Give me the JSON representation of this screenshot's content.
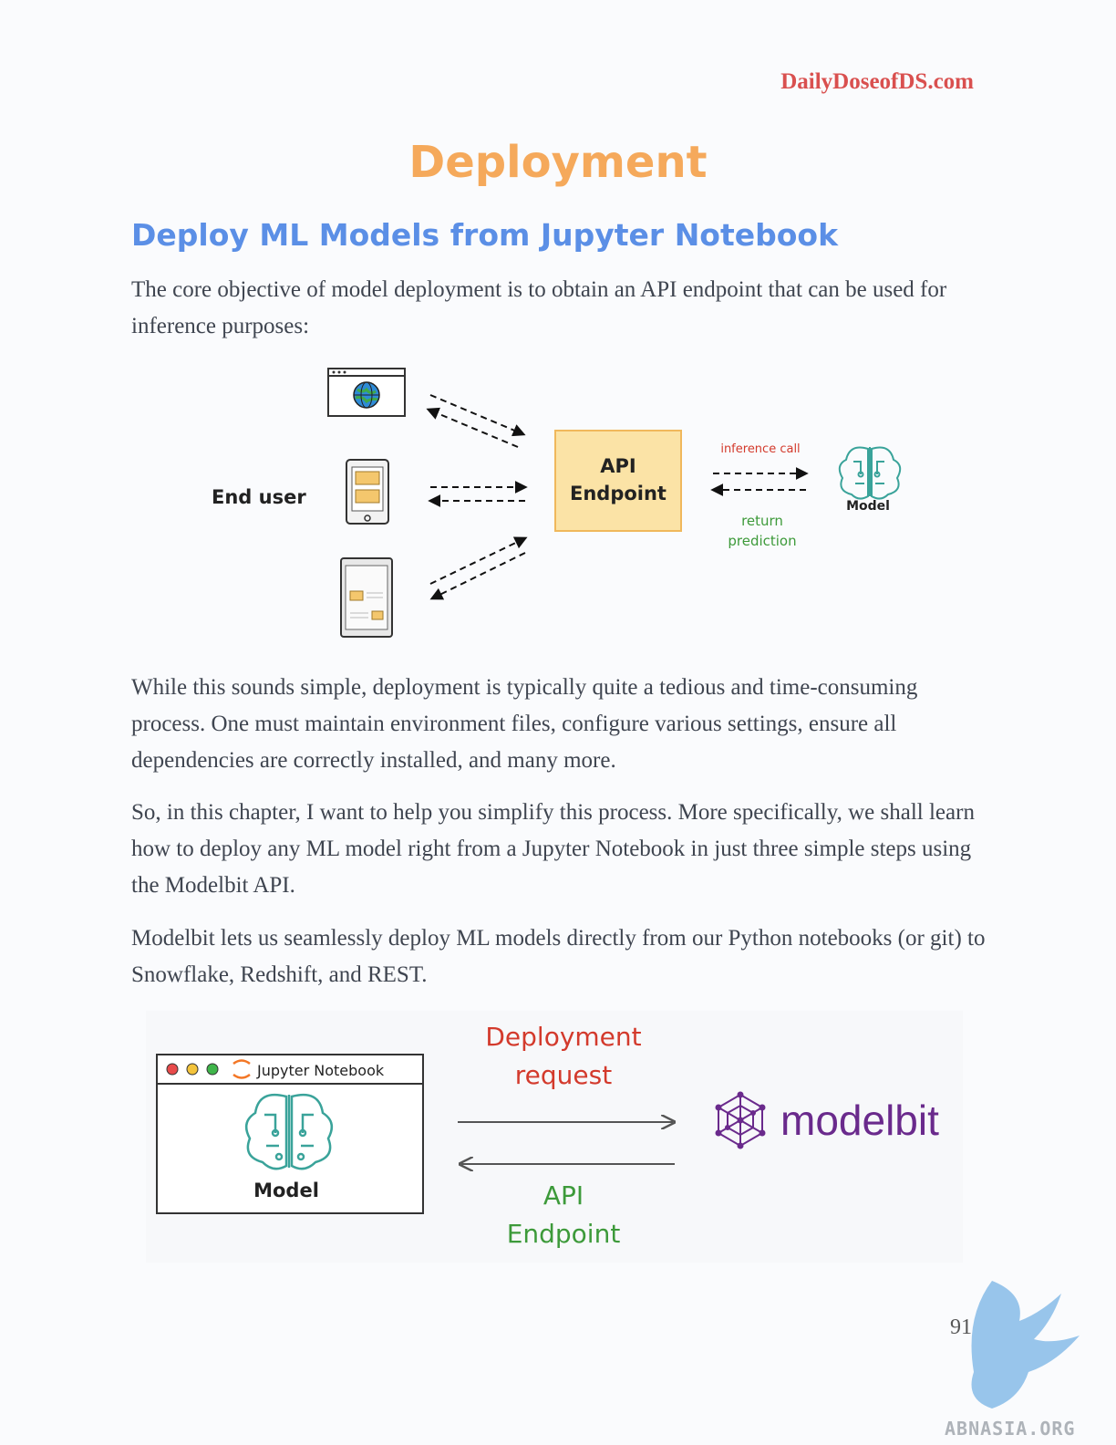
{
  "header": {
    "site": "DailyDoseofDS.com"
  },
  "chapter_title": "Deployment",
  "section_title": "Deploy ML Models from Jupyter Notebook",
  "paragraphs": [
    "The core objective of model deployment is to obtain an API endpoint that can be used for inference purposes:",
    "While this sounds simple, deployment is typically quite a tedious and time-consuming process. One must maintain environment files, configure various settings, ensure all dependencies are correctly installed, and many more.",
    "So, in this chapter, I want to help you simplify this process. More specifically, we shall learn how to deploy any ML model right from a Jupyter Notebook in just three simple steps using the Modelbit API.",
    "Modelbit lets us seamlessly deploy ML models directly from our Python notebooks (or git) to Snowflake, Redshift, and REST."
  ],
  "figure1": {
    "end_user": "End user",
    "api_line1": "API",
    "api_line2": "Endpoint",
    "inference_call": "inference call",
    "return_line1": "return",
    "return_line2": "prediction",
    "model": "Model"
  },
  "figure2": {
    "window_title": "Jupyter Notebook",
    "model": "Model",
    "request_line1": "Deployment",
    "request_line2": "request",
    "endpoint_line1": "API",
    "endpoint_line2": "Endpoint",
    "brand": "modelbit"
  },
  "page_number": "91",
  "watermark": "ABNASIA.ORG",
  "colors": {
    "site": "#d9504f",
    "chapter": "#f5a95b",
    "section": "#5b8fe6",
    "api_box_fill": "#fbe3a6",
    "api_box_stroke": "#f0b85c",
    "red_text": "#d33a2c",
    "green_text": "#3d9a3a",
    "model_icon": "#3aa39a",
    "brand_purple": "#6a2a8c"
  }
}
